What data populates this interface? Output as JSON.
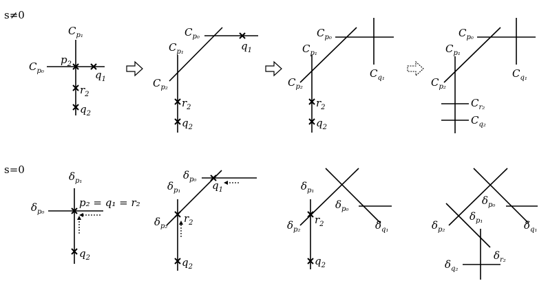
{
  "rows": [
    {
      "condition": "s≠0",
      "panels": [
        {
          "labels": [
            {
              "base": "C",
              "sub": "p₁"
            },
            {
              "base": "p",
              "sub": "2"
            },
            {
              "base": "C",
              "sub": "p₀"
            },
            {
              "base": "q",
              "sub": "1"
            },
            {
              "base": "r",
              "sub": "2"
            },
            {
              "base": "q",
              "sub": "2"
            }
          ]
        },
        {
          "labels": [
            {
              "base": "C",
              "sub": "p₀"
            },
            {
              "base": "q",
              "sub": "1"
            },
            {
              "base": "C",
              "sub": "p₁"
            },
            {
              "base": "C",
              "sub": "p₂"
            },
            {
              "base": "r",
              "sub": "2"
            },
            {
              "base": "q",
              "sub": "2"
            }
          ]
        },
        {
          "labels": [
            {
              "base": "C",
              "sub": "p₀"
            },
            {
              "base": "C",
              "sub": "p₁"
            },
            {
              "base": "C",
              "sub": "q₁"
            },
            {
              "base": "C",
              "sub": "p₂"
            },
            {
              "base": "r",
              "sub": "2"
            },
            {
              "base": "q",
              "sub": "2"
            }
          ]
        },
        {
          "labels": [
            {
              "base": "C",
              "sub": "p₀"
            },
            {
              "base": "C",
              "sub": "p₁"
            },
            {
              "base": "C",
              "sub": "q₁"
            },
            {
              "base": "C",
              "sub": "p₂"
            },
            {
              "base": "C",
              "sub": "r₂"
            },
            {
              "base": "C",
              "sub": "q₂"
            }
          ]
        }
      ]
    },
    {
      "condition": "s=0",
      "panels": [
        {
          "labels": [
            {
              "base": "δ",
              "sub": "p₁"
            },
            {
              "base": "δ",
              "sub": "p₀"
            },
            {
              "base": "q",
              "sub": "2"
            }
          ],
          "equation": "p₂ = q₁ = r₂"
        },
        {
          "labels": [
            {
              "base": "δ",
              "sub": "p₀"
            },
            {
              "base": "q",
              "sub": "1"
            },
            {
              "base": "δ",
              "sub": "p₁"
            },
            {
              "base": "δ",
              "sub": "p₂"
            },
            {
              "base": "r",
              "sub": "2"
            },
            {
              "base": "q",
              "sub": "2"
            }
          ]
        },
        {
          "labels": [
            {
              "base": "δ",
              "sub": "p₁"
            },
            {
              "base": "δ",
              "sub": "p₀"
            },
            {
              "base": "δ",
              "sub": "p₂"
            },
            {
              "base": "r",
              "sub": "2"
            },
            {
              "base": "δ",
              "sub": "q₁"
            },
            {
              "base": "q",
              "sub": "2"
            }
          ]
        },
        {
          "labels": [
            {
              "base": "δ",
              "sub": "p₀"
            },
            {
              "base": "δ",
              "sub": "p₁"
            },
            {
              "base": "δ",
              "sub": "p₂"
            },
            {
              "base": "δ",
              "sub": "q₁"
            },
            {
              "base": "δ",
              "sub": "r₂"
            },
            {
              "base": "δ",
              "sub": "q₂"
            }
          ]
        }
      ]
    }
  ]
}
